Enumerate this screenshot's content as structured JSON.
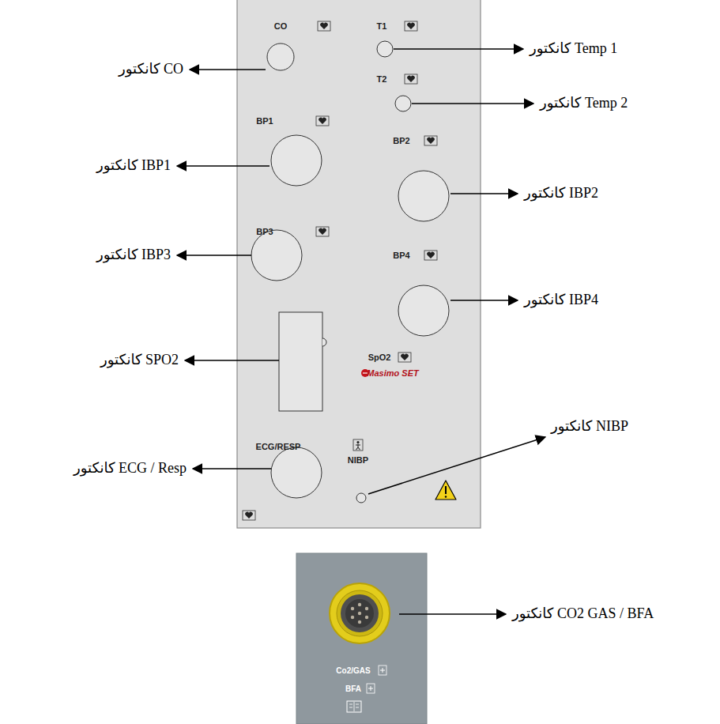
{
  "diagram": {
    "nodes": [
      {
        "text": [
          "CO",
          "T1",
          "T2",
          "BP1",
          "BP2",
          "BP3",
          "BP4",
          "SpO2",
          "Masimo SET",
          "ECG/RESP",
          "NIBP"
        ]
      },
      {
        "text": [
          "Co2/GAS",
          "BFA"
        ]
      }
    ],
    "labels": [
      "کانکتور CO",
      "کانکتور Temp 1",
      "کانکتور Temp 2",
      "کانکتور IBP1",
      "کانکتور IBP2",
      "کانکتور IBP3",
      "کانکتور IBP4",
      "کانکتور SPO2",
      "کانکتور NIBP",
      "کانکتور ECG / Resp",
      "کانکتور CO2 GAS / BFA"
    ]
  }
}
